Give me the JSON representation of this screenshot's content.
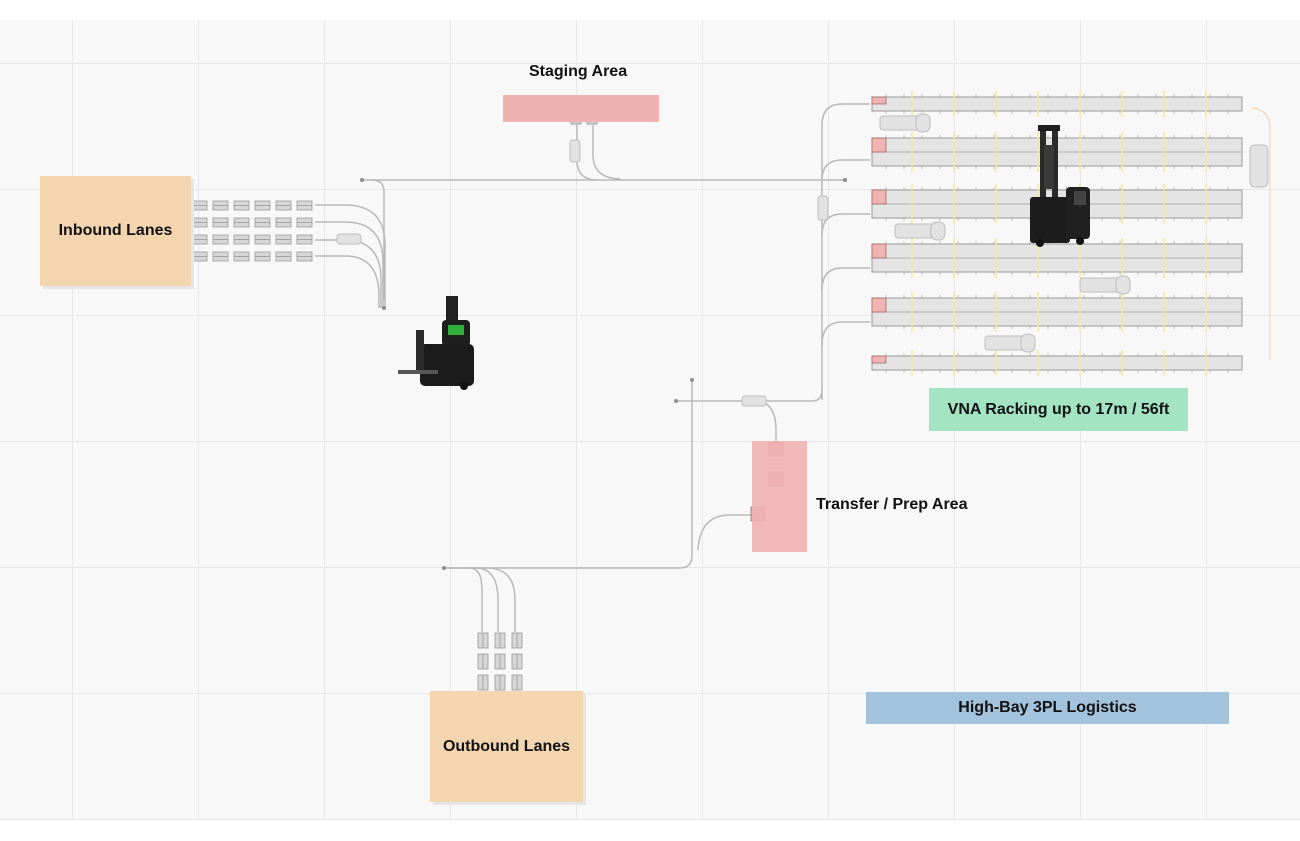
{
  "diagram": {
    "zones": {
      "inbound": "Inbound Lanes",
      "staging": "Staging Area",
      "vna": "VNA Racking up to 17m / 56ft",
      "transfer": "Transfer / Prep Area",
      "outbound": "Outbound Lanes",
      "facility": "High-Bay 3PL Logistics"
    },
    "colors": {
      "inbound_outbound": "#f3d6b0",
      "staging_transfer": "#efb3b1",
      "vna": "#a3e4c3",
      "facility": "#a3c2db",
      "robot_body": "#1e1e1e",
      "robot_accent": "#2fae3a"
    },
    "icons": [
      "autonomous-forklift-icon",
      "vna-turret-truck-icon"
    ]
  }
}
